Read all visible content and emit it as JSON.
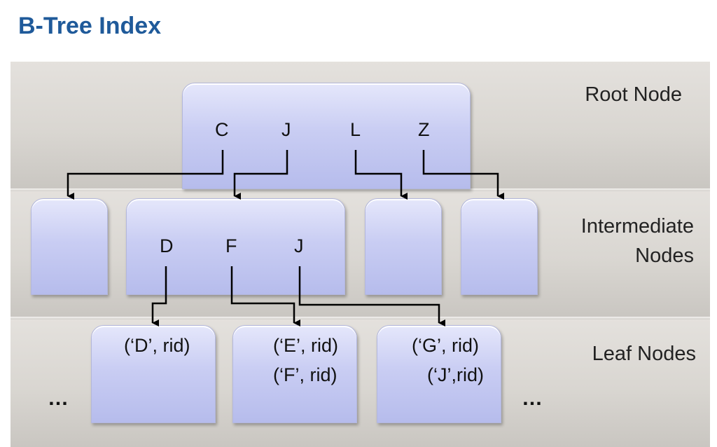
{
  "title": "B-Tree Index",
  "labels": {
    "root": "Root Node",
    "intermediate_line1": "Intermediate",
    "intermediate_line2": "Nodes",
    "leaf": "Leaf Nodes"
  },
  "root_keys": [
    "C",
    "J",
    "L",
    "Z"
  ],
  "intermediate_keys": [
    "D",
    "F",
    "J"
  ],
  "leaves": [
    {
      "entries": [
        "(‘D’, rid)"
      ]
    },
    {
      "entries": [
        "(‘E’, rid)",
        "(‘F’, rid)"
      ]
    },
    {
      "entries": [
        "(‘G’, rid)",
        "(‘J’,rid)"
      ]
    }
  ],
  "ellipsis_left": "…",
  "ellipsis_right": "…",
  "colors": {
    "title": "#1f5a9a",
    "node_fill": "#c9cdf3",
    "arrow": "#000000"
  }
}
